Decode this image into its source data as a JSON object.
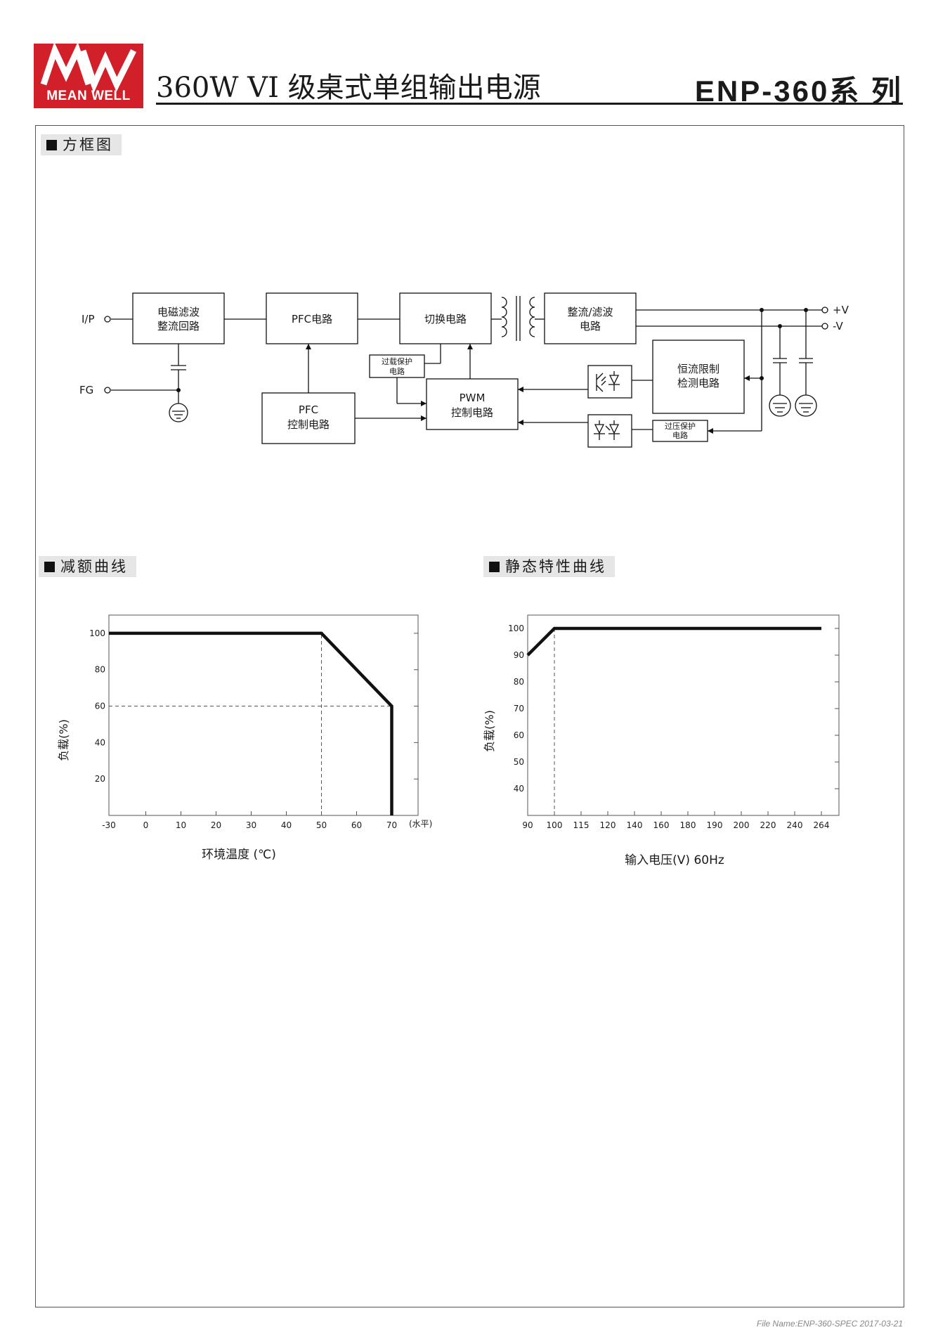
{
  "header": {
    "brand_mark": "MW",
    "brand_name": "MEAN WELL",
    "title": "360W VI 级桌式单组输出电源",
    "series": "ENP-360系 列"
  },
  "colors": {
    "brand_red": "#d2202a",
    "section_bg": "#e6e6e6",
    "line": "#111111"
  },
  "icons": {
    "section": "black-square-icon"
  },
  "block_diagram": {
    "heading": "方框图",
    "ip": "I/P",
    "fg": "FG",
    "emi": [
      "电磁滤波",
      "整流回路"
    ],
    "pfc": "PFC电路",
    "switch": "切换电路",
    "rect": [
      "整流/滤波",
      "电路"
    ],
    "olp": [
      "过载保护",
      "电路"
    ],
    "pwm": [
      "PWM",
      "控制电路"
    ],
    "pfc_ctrl": [
      "PFC",
      "控制电路"
    ],
    "cc": [
      "恒流限制",
      "检测电路"
    ],
    "ovp": [
      "过压保护",
      "电路"
    ],
    "vplus": "+V",
    "vminus": "-V"
  },
  "derating": {
    "heading": "减额曲线",
    "chart_data": {
      "type": "line",
      "x_ticks": [
        -30,
        0,
        10,
        20,
        30,
        40,
        50,
        60,
        70
      ],
      "x_tick_labels": [
        "-30",
        "0",
        "10",
        "20",
        "30",
        "40",
        "50",
        "60",
        "70"
      ],
      "x_unit": "(水平)",
      "y_ticks": [
        20,
        40,
        60,
        80,
        100
      ],
      "y_tick_labels": [
        "20",
        "40",
        "60",
        "80",
        "100"
      ],
      "ylim": [
        0,
        110
      ],
      "xlabel": "环境温度 (℃)",
      "ylabel": "负载(%)",
      "series": [
        {
          "x": [
            -30,
            50,
            70,
            70
          ],
          "y": [
            100,
            100,
            60,
            0
          ]
        }
      ],
      "reference_lines": [
        {
          "x": [
            -30,
            70
          ],
          "y": [
            60,
            60
          ]
        },
        {
          "x": [
            50,
            50
          ],
          "y": [
            0,
            100
          ]
        }
      ]
    }
  },
  "static": {
    "heading": "静态特性曲线",
    "chart_data": {
      "type": "line",
      "x_ticks": [
        90,
        100,
        115,
        120,
        140,
        160,
        180,
        190,
        200,
        220,
        240,
        264
      ],
      "x_tick_labels": [
        "90",
        "100",
        "115",
        "120",
        "140",
        "160",
        "180",
        "190",
        "200",
        "220",
        "240",
        "264"
      ],
      "y_ticks": [
        40,
        50,
        60,
        70,
        80,
        90,
        100
      ],
      "y_tick_labels": [
        "40",
        "50",
        "60",
        "70",
        "80",
        "90",
        "100"
      ],
      "ylim": [
        30,
        105
      ],
      "xlabel": "输入电压(V) 60Hz",
      "ylabel": "负载(%)",
      "series": [
        {
          "x": [
            90,
            100,
            264
          ],
          "y": [
            90,
            100,
            100
          ]
        }
      ],
      "reference_lines": [
        {
          "x": [
            100,
            100
          ],
          "y": [
            30,
            100
          ]
        }
      ]
    }
  },
  "footer": "File Name:ENP-360-SPEC   2017-03-21"
}
